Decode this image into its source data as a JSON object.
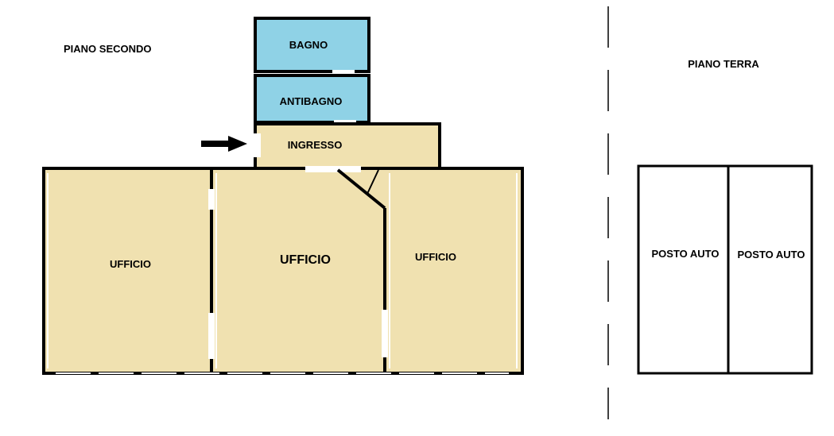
{
  "floors": {
    "second": {
      "title": "PIANO SECONDO",
      "rooms": {
        "bagno": "BAGNO",
        "antibagno": "ANTIBAGNO",
        "ingresso": "INGRESSO",
        "ufficio_left": "UFFICIO",
        "ufficio_center": "UFFICIO",
        "ufficio_right": "UFFICIO"
      }
    },
    "ground": {
      "title": "PIANO TERRA",
      "spaces": {
        "posto_auto_1": "POSTO AUTO",
        "posto_auto_2": "POSTO AUTO"
      }
    }
  },
  "colors": {
    "office_fill": "#f0e1b0",
    "bath_fill": "#8fd2e6",
    "wall": "#000000",
    "background": "#ffffff"
  },
  "icons": {
    "entrance": "arrow-right-icon"
  }
}
